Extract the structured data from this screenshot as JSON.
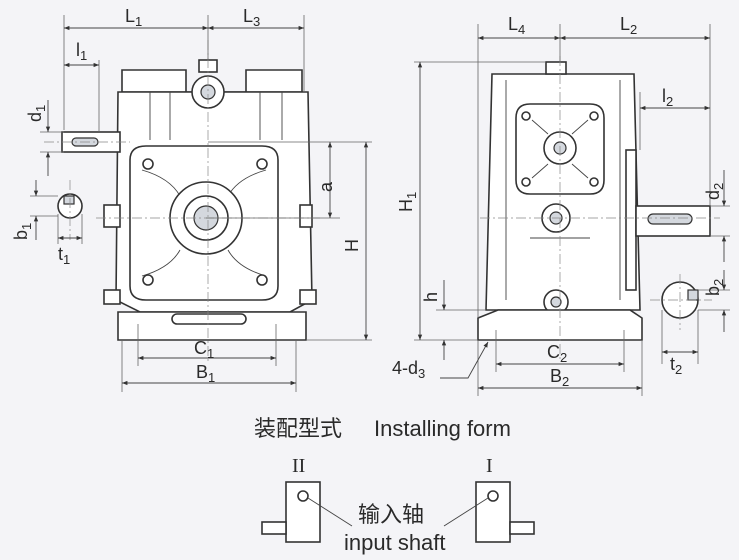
{
  "front_view": {
    "L1": "L1",
    "L3": "L3",
    "l1": "l1",
    "d1": "d1",
    "b1": "b1",
    "t1": "t1",
    "a": "a",
    "H": "H",
    "C1": "C1",
    "B1": "B1"
  },
  "side_view": {
    "L4": "L4",
    "L2": "L2",
    "l2": "l2",
    "d2": "d2",
    "H1": "H1",
    "h": "h",
    "b2": "b2",
    "t2": "t2",
    "C2": "C2",
    "B2": "B2",
    "d3_note": "4-d3"
  },
  "caption": {
    "chinese": "装配型式",
    "english": "Installing form"
  },
  "installing": {
    "form_II": "II",
    "form_I": "I",
    "input_cn": "输入轴",
    "input_en": "input shaft"
  },
  "colors": {
    "background": "#f4f4f7",
    "line": "#333333",
    "shade": "#d4d8de"
  }
}
